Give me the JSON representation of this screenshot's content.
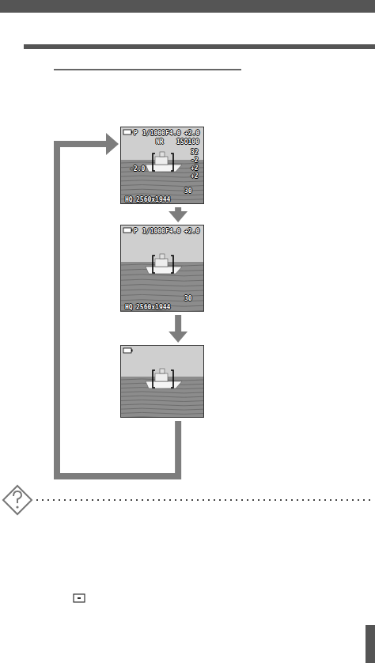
{
  "diagram": {
    "nodes": [
      {
        "text": [
          "P",
          "1/1000",
          "F4.0",
          "+2.0",
          "NR",
          "ISO100",
          "32",
          "-2",
          "+2",
          "+2",
          "-2.0",
          "HQ",
          "2560x1944",
          "30"
        ]
      },
      {
        "text": [
          "P",
          "1/1000",
          "F4.0",
          "+2.0",
          "HQ",
          "2560x1944",
          "30"
        ]
      },
      {
        "text": []
      }
    ],
    "edges": [
      {
        "from": 0,
        "to": 1,
        "arrow": "to"
      },
      {
        "from": 1,
        "to": 2,
        "arrow": "to"
      },
      {
        "from": 2,
        "to": 0,
        "arrow": "to"
      }
    ]
  }
}
